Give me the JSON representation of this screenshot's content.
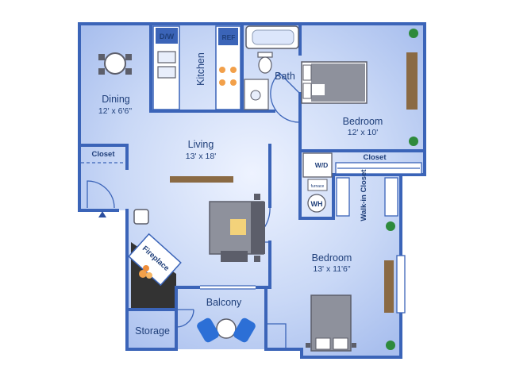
{
  "colors": {
    "wall": "#3b64b8",
    "floor": "#b9ccf1",
    "floor_light": "#dce6fb",
    "fireplace": "#333333",
    "furniture_dark": "#5c5e6a",
    "accent_blue": "#2c6fd6",
    "wood": "#8a6a44",
    "plant": "#2e8a3c",
    "text": "#1f3f7a"
  },
  "rooms": {
    "dining": {
      "name": "Dining",
      "dims": "12' x 6'6\""
    },
    "kitchen": {
      "name": "Kitchen"
    },
    "bath": {
      "name": "Bath"
    },
    "bedroom1": {
      "name": "Bedroom",
      "dims": "12' x 10'"
    },
    "living": {
      "name": "Living",
      "dims": "13' x 18'"
    },
    "closet_left": {
      "name": "Closet"
    },
    "closet_right": {
      "name": "Closet"
    },
    "walkin": {
      "name": "Walk-in Closet"
    },
    "bedroom2": {
      "name": "Bedroom",
      "dims": "13' x 11'6\""
    },
    "balcony": {
      "name": "Balcony"
    },
    "storage": {
      "name": "Storage"
    },
    "fireplace": {
      "name": "Fireplace"
    }
  },
  "appliances": {
    "dishwasher": "D/W",
    "refrigerator": "REF",
    "washer_dryer": "W/D",
    "furnace": "furnace",
    "water_heater": "WH"
  },
  "icons": [
    "dining-table-icon",
    "sink-icon",
    "stove-icon",
    "bathtub-icon",
    "toilet-icon",
    "bed-icon",
    "sofa-icon",
    "armchair-icon",
    "plant-icon",
    "entry-arrow-icon"
  ]
}
